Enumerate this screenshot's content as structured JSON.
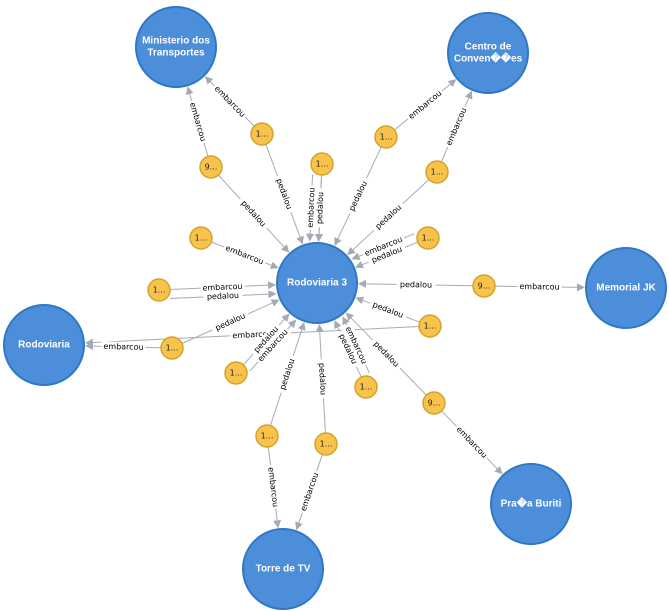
{
  "main_nodes": [
    {
      "id": "ministerio",
      "label_lines": [
        "Ministerio dos",
        "Transportes"
      ]
    },
    {
      "id": "centro",
      "label_lines": [
        "Centro de",
        "Conven��es"
      ]
    },
    {
      "id": "rod3",
      "label_lines": [
        "Rodoviaria 3"
      ]
    },
    {
      "id": "memorial",
      "label_lines": [
        "Memorial JK"
      ]
    },
    {
      "id": "rodoviaria",
      "label_lines": [
        "Rodoviaria"
      ]
    },
    {
      "id": "praca",
      "label_lines": [
        "Pra�a Buriti"
      ]
    },
    {
      "id": "torre",
      "label_lines": [
        "Torre de TV"
      ]
    }
  ],
  "small_nodes": [
    {
      "id": "s1",
      "label": "1..."
    },
    {
      "id": "s2",
      "label": "9..."
    },
    {
      "id": "s3",
      "label": "1..."
    },
    {
      "id": "s4",
      "label": "1..."
    },
    {
      "id": "s5",
      "label": "1..."
    },
    {
      "id": "s6",
      "label": "1..."
    },
    {
      "id": "s7",
      "label": "1..."
    },
    {
      "id": "s8",
      "label": "9..."
    },
    {
      "id": "s9",
      "label": "1..."
    },
    {
      "id": "s10",
      "label": "1..."
    },
    {
      "id": "s11",
      "label": "1..."
    },
    {
      "id": "s12",
      "label": "1..."
    },
    {
      "id": "s13",
      "label": "1..."
    },
    {
      "id": "s14",
      "label": "9..."
    },
    {
      "id": "s15",
      "label": "1..."
    },
    {
      "id": "s16",
      "label": "1..."
    },
    {
      "id": "s17",
      "label": "1..."
    }
  ],
  "edges": [
    {
      "from": "s1",
      "to": "ministerio",
      "label": "embarcou"
    },
    {
      "from": "s1",
      "to": "rod3",
      "label": "pedalou"
    },
    {
      "from": "s2",
      "to": "ministerio",
      "label": "embarcou"
    },
    {
      "from": "s2",
      "to": "rod3",
      "label": "pedalou"
    },
    {
      "from": "s3",
      "to": "centro",
      "label": "embarcou"
    },
    {
      "from": "s3",
      "to": "rod3",
      "label": "pedalou"
    },
    {
      "from": "s4",
      "to": "centro",
      "label": "embarcou"
    },
    {
      "from": "s4",
      "to": "rod3",
      "label": "pedalou"
    },
    {
      "from": "s5",
      "to": "rod3",
      "label": "pedalou"
    },
    {
      "from": "s6",
      "to": "rod3",
      "label": "embarcou"
    },
    {
      "from": "s7",
      "to": "rod3",
      "label": "pedalou"
    },
    {
      "from": "s7",
      "to": "rod3",
      "label": "embarcou"
    },
    {
      "from": "s8",
      "to": "rod3",
      "label": "pedalou"
    },
    {
      "from": "s8",
      "to": "memorial",
      "label": "embarcou"
    },
    {
      "from": "s9",
      "to": "rod3",
      "label": "embarcou"
    },
    {
      "from": "s9",
      "to": "rod3",
      "label": "pedalou"
    },
    {
      "from": "s10",
      "to": "rod3",
      "label": "pedalou"
    },
    {
      "from": "s10",
      "to": "rodoviaria",
      "label": "embarcou"
    },
    {
      "from": "s11",
      "to": "rod3",
      "label": "pedalou"
    },
    {
      "from": "s11",
      "to": "rodoviaria",
      "label": "embarcou"
    },
    {
      "from": "s12",
      "to": "rod3",
      "label": "pedalou"
    },
    {
      "from": "s12",
      "to": "rod3",
      "label": "embarcou"
    },
    {
      "from": "s13",
      "to": "rod3",
      "label": "pedalou"
    },
    {
      "from": "s13",
      "to": "rod3",
      "label": "embarcou"
    },
    {
      "from": "s14",
      "to": "rod3",
      "label": "pedalou"
    },
    {
      "from": "s14",
      "to": "praca",
      "label": "embarcou"
    },
    {
      "from": "s15",
      "to": "rod3",
      "label": "pedalou"
    },
    {
      "from": "s15",
      "to": "torre",
      "label": "embarcou"
    },
    {
      "from": "s16",
      "to": "rod3",
      "label": "pedalou"
    },
    {
      "from": "s16",
      "to": "torre",
      "label": "embarcou"
    },
    {
      "from": "s17",
      "to": "rod3",
      "label": "pedalou"
    },
    {
      "from": "s17",
      "to": "rod3",
      "label": "embarcou"
    }
  ]
}
